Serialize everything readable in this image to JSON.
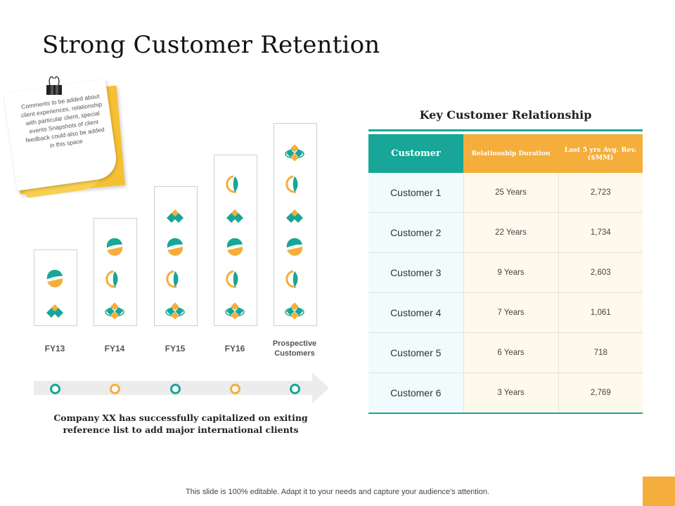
{
  "title": "Strong Customer Retention",
  "note": {
    "text": "Comments to be added about client experiences, relationship with particular client, special events Snapshots of client feedback could also be added in this space"
  },
  "bars": [
    {
      "label": "FY13",
      "icons": [
        "globe-swoosh",
        "chevron-diamond"
      ]
    },
    {
      "label": "FY14",
      "icons": [
        "globe-swoosh",
        "ring-leaf",
        "petal-diamond"
      ]
    },
    {
      "label": "FY15",
      "icons": [
        "chevron-diamond",
        "globe-swoosh",
        "ring-leaf",
        "petal-diamond"
      ]
    },
    {
      "label": "FY16",
      "icons": [
        "ring-leaf",
        "chevron-diamond",
        "globe-swoosh",
        "ring-leaf",
        "petal-diamond"
      ]
    },
    {
      "label": "Prospective Customers",
      "icons": [
        "petal-diamond",
        "ring-leaf",
        "chevron-diamond",
        "globe-swoosh",
        "ring-leaf",
        "petal-diamond"
      ]
    }
  ],
  "caption": "Company XX has successfully capitalized on exiting reference list to add major international clients",
  "table": {
    "title": "Key Customer Relationship",
    "headers": [
      "Customer",
      "Relationship Duration",
      "Last 5 yrs Avg. Rev. ($MM)"
    ],
    "rows": [
      [
        "Customer 1",
        "25 Years",
        "2,723"
      ],
      [
        "Customer 2",
        "22 Years",
        "1,734"
      ],
      [
        "Customer 3",
        "9 Years",
        "2,603"
      ],
      [
        "Customer 4",
        "7 Years",
        "1,061"
      ],
      [
        "Customer 5",
        "6 Years",
        "718"
      ],
      [
        "Customer 6",
        "3 Years",
        "2,769"
      ]
    ]
  },
  "footer": "This slide is 100% editable. Adapt it to your needs and capture your audience's attention.",
  "colors": {
    "teal": "#17a697",
    "orange": "#f5ae3b",
    "yellow": "#f5c033"
  }
}
